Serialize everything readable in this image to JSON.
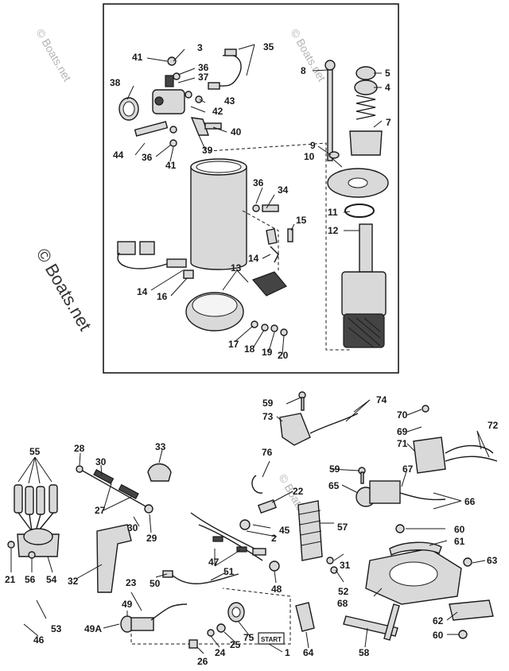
{
  "watermark": {
    "text": "© Boats.net",
    "side_text": "© Boats.net"
  },
  "start_label": "START",
  "labels": {
    "l1": "1",
    "l2": "2",
    "l3": "3",
    "l4": "4",
    "l5": "5",
    "l7": "7",
    "l8": "8",
    "l9": "9",
    "l10": "10",
    "l11": "11",
    "l12": "12",
    "l13": "13",
    "l14a": "14",
    "l14b": "14",
    "l15": "15",
    "l16": "16",
    "l17": "17",
    "l18": "18",
    "l19": "19",
    "l20": "20",
    "l21": "21",
    "l22": "22",
    "l23": "23",
    "l24": "24",
    "l25": "25",
    "l26": "26",
    "l27": "27",
    "l28": "28",
    "l29": "29",
    "l30a": "30",
    "l30b": "30",
    "l31": "31",
    "l32": "32",
    "l33": "33",
    "l34": "34",
    "l35": "35",
    "l36a": "36",
    "l36b": "36",
    "l36c": "36",
    "l37": "37",
    "l38": "38",
    "l39": "39",
    "l40": "40",
    "l41a": "41",
    "l41b": "41",
    "l42": "42",
    "l43": "43",
    "l44": "44",
    "l45": "45",
    "l46": "46",
    "l47": "47",
    "l48": "48",
    "l49": "49",
    "l49a": "49A",
    "l50": "50",
    "l51": "51",
    "l52": "52",
    "l53": "53",
    "l54": "54",
    "l55": "55",
    "l56": "56",
    "l57": "57",
    "l58": "58",
    "l59a": "59",
    "l59b": "59",
    "l60a": "60",
    "l60b": "60",
    "l61": "61",
    "l62": "62",
    "l63": "63",
    "l64": "64",
    "l65": "65",
    "l66": "66",
    "l67": "67",
    "l68": "68",
    "l69": "69",
    "l70": "70",
    "l71": "71",
    "l72": "72",
    "l73": "73",
    "l74": "74",
    "l75": "75",
    "l76": "76"
  }
}
